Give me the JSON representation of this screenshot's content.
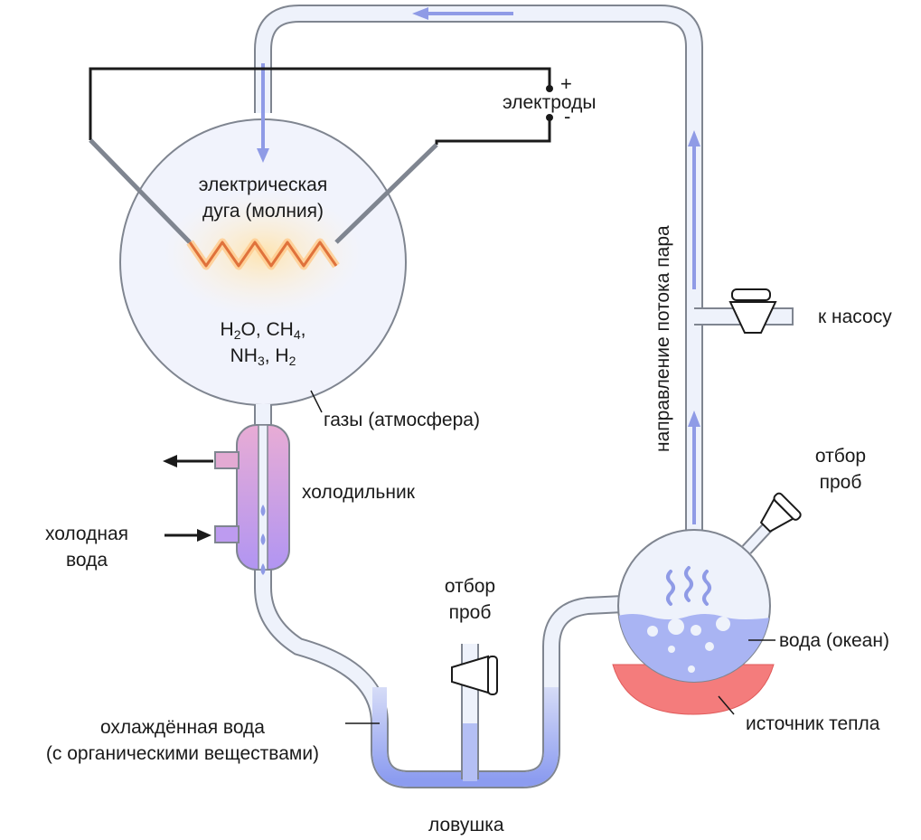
{
  "labels": {
    "electrodes": "электроды",
    "plus": "+",
    "minus": "-",
    "arc_line1": "электрическая",
    "arc_line2": "дуга (молния)",
    "gases": "газы (атмосфера)",
    "condenser": "холодильник",
    "cold_water_line1": "холодная",
    "cold_water_line2": "вода",
    "sampling_1_line1": "отбор",
    "sampling_1_line2": "проб",
    "sampling_2_line1": "отбор",
    "sampling_2_line2": "проб",
    "to_pump": "к насосу",
    "vapor_flow": "направление потока пара",
    "water_ocean": "вода (океан)",
    "heat_source": "источник тепла",
    "cooled_water_line1": "охлаждённая вода",
    "cooled_water_line2": "(с органическими веществами)",
    "trap": "ловушка"
  },
  "formula": {
    "line1": [
      {
        "t": "H"
      },
      {
        "sub": "2"
      },
      {
        "t": "O, CH"
      },
      {
        "sub": "4"
      },
      {
        "t": ","
      }
    ],
    "line2": [
      {
        "t": "NH"
      },
      {
        "sub": "3"
      },
      {
        "t": ", H"
      },
      {
        "sub": "2"
      }
    ]
  },
  "colors": {
    "tube_outline": "#7f8590",
    "tube_fill": "#eef2fb",
    "flow_arrow": "#8f9be6",
    "water_fill": "#a9b4f3",
    "condenser_top": "#e6a8d2",
    "condenser_bottom": "#b394f0",
    "heater": "#f07b7b",
    "spark": "#e07b3b",
    "spark_glow": "#ffd79a",
    "wire": "#1a1a1a"
  }
}
